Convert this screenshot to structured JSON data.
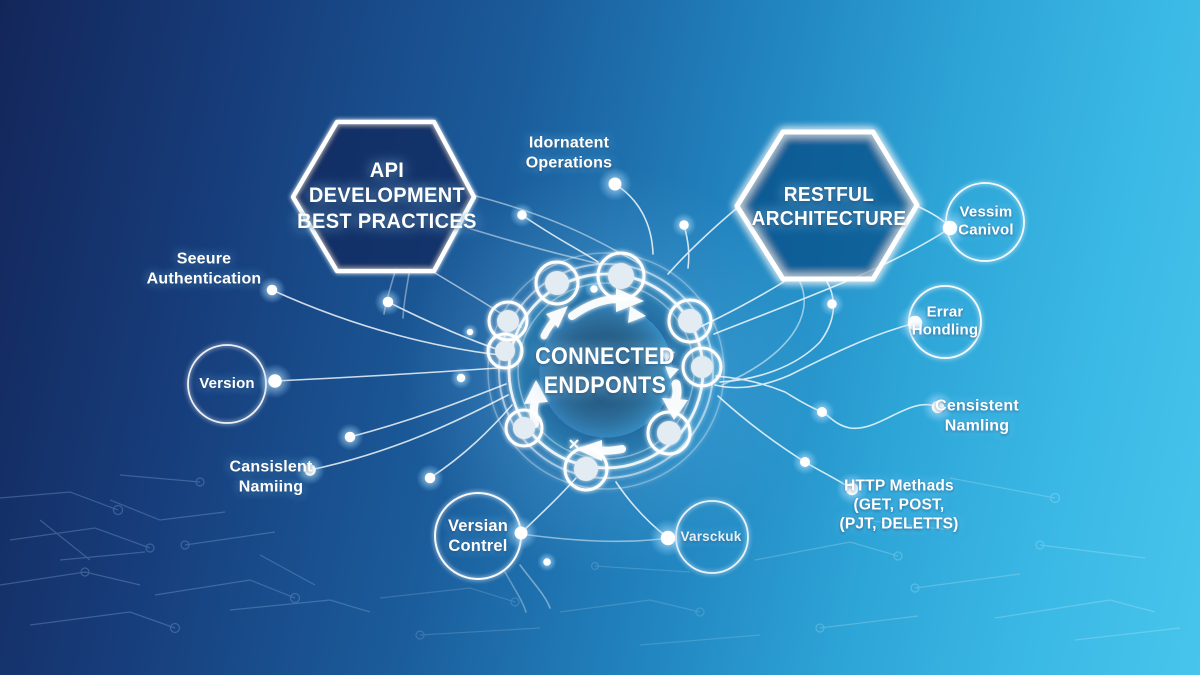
{
  "title": "API Development Best Practices infographic",
  "colors": {
    "bg_left": "#13265a",
    "bg_mid": "#2184bf",
    "bg_right": "#47c5ec",
    "line": "#ffffff",
    "glow": "#9fdcff",
    "hub_fill": "#1d5a90"
  },
  "hexagons": {
    "left": {
      "title": "API\nDEVELOPMENT\nBEST PRACTICES"
    },
    "right": {
      "title": "RESTFUL\nARCHITECTURE"
    }
  },
  "hub": {
    "title": "CONNECTED\nENDPONTS"
  },
  "nodes": {
    "version_left": {
      "label": "Version"
    },
    "version_control_bottom": {
      "label": "Versian\nContrel"
    },
    "audit_bottom": {
      "label": "Varsckuk"
    },
    "version_control_right": {
      "label": "Vessim\nCanivol"
    },
    "error_handling_right": {
      "label": "Errar\nHondling"
    }
  },
  "labels": {
    "idempotent_operations": {
      "text": "Idornatent\nOperations"
    },
    "secure_authentication": {
      "text": "Seeure\nAuthentication"
    },
    "consistent_naming_left": {
      "text": "Cansislent\nNamiing"
    },
    "consistent_naming_right": {
      "text": "Censistent\nNamling"
    },
    "http_methods": {
      "text": "HTTP Methads\n(GET, POST,\n(PJT, DELETTS)"
    }
  }
}
